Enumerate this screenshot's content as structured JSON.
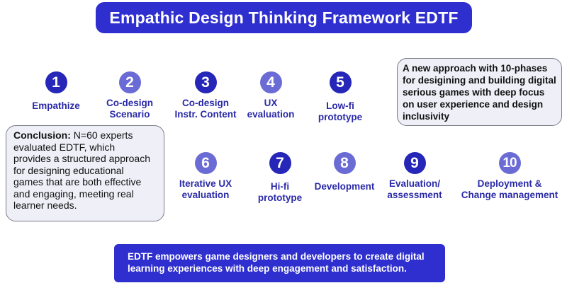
{
  "title": "Empathic Design Thinking Framework EDTF",
  "colors": {
    "primary_blue": "#2f2fd0",
    "circle_dark": "#2626b8",
    "circle_light": "#6b6bd6",
    "label_text": "#2a2aa8",
    "note_bg": "#efeff8",
    "note_border": "#7a7a86"
  },
  "phases": [
    {
      "number": "1",
      "label_line1": "Empathize",
      "label_line2": "",
      "shade": "dark"
    },
    {
      "number": "2",
      "label_line1": "Co-design",
      "label_line2": "Scenario",
      "shade": "light"
    },
    {
      "number": "3",
      "label_line1": "Co-design",
      "label_line2": "Instr. Content",
      "shade": "dark"
    },
    {
      "number": "4",
      "label_line1": "UX",
      "label_line2": "evaluation",
      "shade": "light"
    },
    {
      "number": "5",
      "label_line1": "Low-fi",
      "label_line2": "prototype",
      "shade": "dark"
    },
    {
      "number": "6",
      "label_line1": "Iterative UX",
      "label_line2": "evaluation",
      "shade": "light"
    },
    {
      "number": "7",
      "label_line1": "Hi-fi",
      "label_line2": "prototype",
      "shade": "dark"
    },
    {
      "number": "8",
      "label_line1": "Development",
      "label_line2": "",
      "shade": "light"
    },
    {
      "number": "9",
      "label_line1": "Evaluation/",
      "label_line2": "assessment",
      "shade": "dark"
    },
    {
      "number": "10",
      "label_line1": "Deployment &",
      "label_line2": "Change management",
      "shade": "light"
    }
  ],
  "approach_note": {
    "lines": [
      "A new approach with 10-phases",
      "for desigining and building digital",
      "serious games with deep focus",
      "on user experience and design",
      "inclusivity"
    ]
  },
  "conclusion": {
    "heading": "Conclusion:",
    "lines": [
      " N=60 experts",
      "evaluated EDTF, which",
      "provides a structured approach",
      "for designing educational",
      "games that are both effective",
      "and engaging, meeting real",
      "learner needs."
    ]
  },
  "footer": {
    "line1": "EDTF empowers game designers and developers to create digital",
    "line2": "learning experiences with deep engagement and satisfaction."
  }
}
